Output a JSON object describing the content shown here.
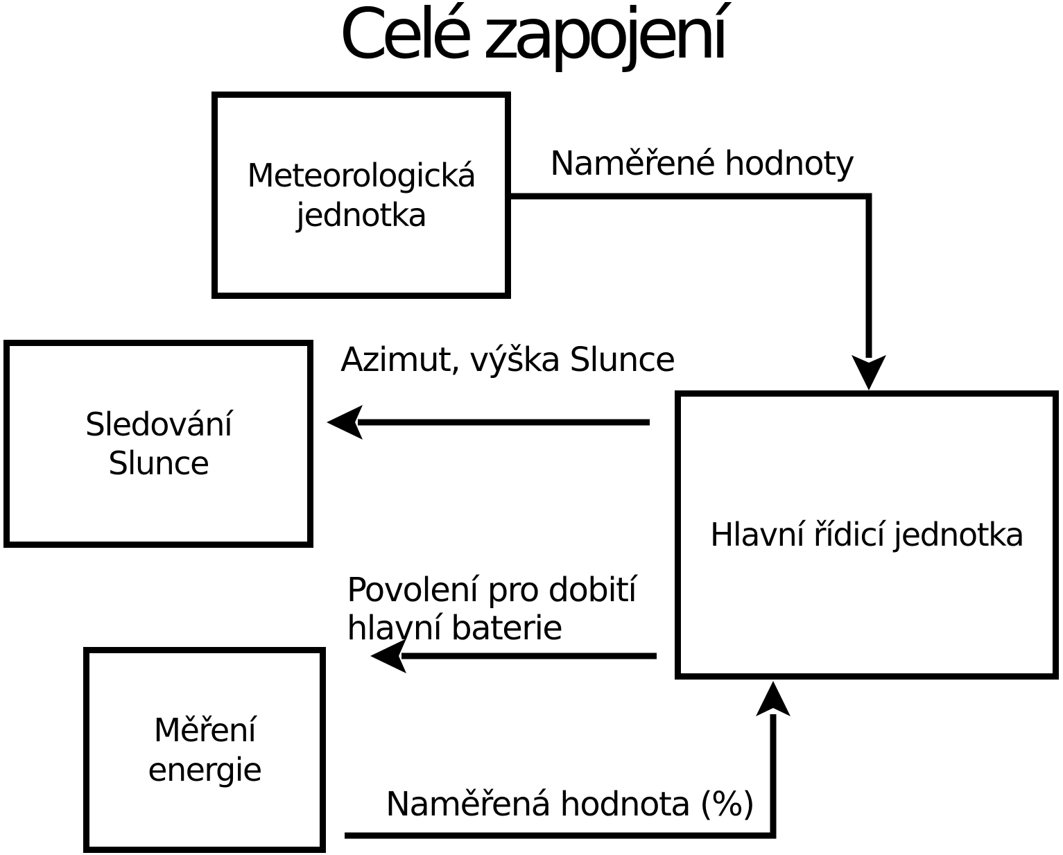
{
  "title": "Celé zapojení",
  "colors": {
    "ink": "#000000",
    "background": "#ffffff"
  },
  "nodes": {
    "meteo_unit": {
      "line1": "Meteorologická",
      "line2": "jednotka"
    },
    "sun_tracking": {
      "line1": "Sledování",
      "line2": "Slunce"
    },
    "energy_measurement": {
      "line1": "Měření",
      "line2": "energie"
    },
    "main_control_unit": {
      "label": "Hlavní řídicí jednotka"
    }
  },
  "edges": {
    "measured_values": {
      "label": "Naměřené hodnoty",
      "from": "meteo_unit",
      "to": "main_control_unit"
    },
    "sun_position": {
      "label": "Azimut, výška Slunce",
      "from": "main_control_unit",
      "to": "sun_tracking"
    },
    "recharge_permission": {
      "line1": "Povolení pro dobití",
      "line2": "hlavní baterie",
      "from": "main_control_unit",
      "to": "energy_measurement"
    },
    "measured_percentage": {
      "label": "Naměřená hodnota (%)",
      "from": "energy_measurement",
      "to": "main_control_unit"
    }
  }
}
